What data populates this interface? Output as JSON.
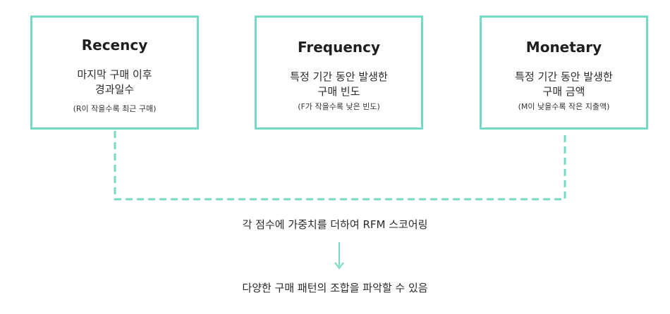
{
  "boxes": [
    {
      "title": "Recency",
      "desc_line1": "마지막 구매 이후",
      "desc_line2": "경과일수",
      "note": "(R이 작을수록 최근 구매)"
    },
    {
      "title": "Frequency",
      "desc_line1": "특정 기간 동안 발생한",
      "desc_line2": "구매 빈도",
      "note": "(F가 작을수록 낮은 빈도)"
    },
    {
      "title": "Monetary",
      "desc_line1": "특정 기간 동안 발생한",
      "desc_line2": "구매 금액",
      "note": "(M이 낮을수록 작은 지출액)"
    }
  ],
  "captions": {
    "scoring": "각 점수에 가중치를 더하여 RFM 스코어링",
    "result": "다양한 구매 패턴의 조합을 파악할 수 있음"
  },
  "colors": {
    "accent": "#74dac3",
    "text": "#222222",
    "background": "#ffffff"
  }
}
